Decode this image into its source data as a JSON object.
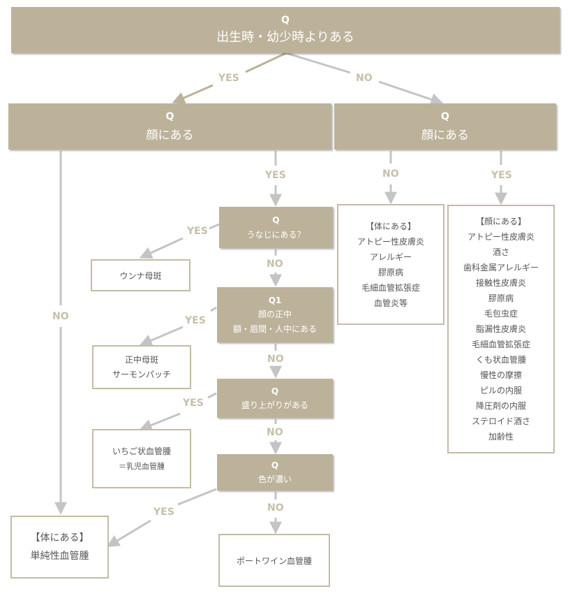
{
  "q_root": {
    "head": "Q",
    "text": "出生時・幼少時よりある"
  },
  "q_face_yes": {
    "head": "Q",
    "text": "顔にある"
  },
  "q_face_no": {
    "head": "Q",
    "text": "顔にある"
  },
  "q_nape": {
    "head": "Q",
    "text": "うなじにある？"
  },
  "q_midline": {
    "head": "Q1",
    "line1": "顔の正中",
    "line2": "額・眉間・人中にある"
  },
  "q_raised": {
    "head": "Q",
    "text": "盛り上がりがある"
  },
  "q_color": {
    "head": "Q",
    "text": "色が濃い"
  },
  "labels": {
    "yes": "YES",
    "no": "NO"
  },
  "results": {
    "unna": "ウンナ母斑",
    "median": [
      "正中母斑",
      "サーモンパッチ"
    ],
    "strawberry": [
      "いちご状血管腫",
      "＝乳児血管腫"
    ],
    "body_simple": [
      "【体にある】",
      "単純性血管腫"
    ],
    "portwine": "ポートワイン血管腫",
    "body_list": [
      "【体にある】",
      "アトピー性皮膚炎",
      "アレルギー",
      "膠原病",
      "毛細血管拡張症",
      "血管炎等"
    ],
    "face_list": [
      "【顔にある】",
      "アトピー性皮膚炎",
      "酒さ",
      "歯科金属アレルギー",
      "接触性皮膚炎",
      "膠原病",
      "毛包虫症",
      "脂漏性皮膚炎",
      "毛細血管拡張症",
      "くも状血管腫",
      "慢性の摩擦",
      "ピルの内服",
      "降圧剤の内服",
      "ステロイド酒さ",
      "加齢性"
    ]
  }
}
